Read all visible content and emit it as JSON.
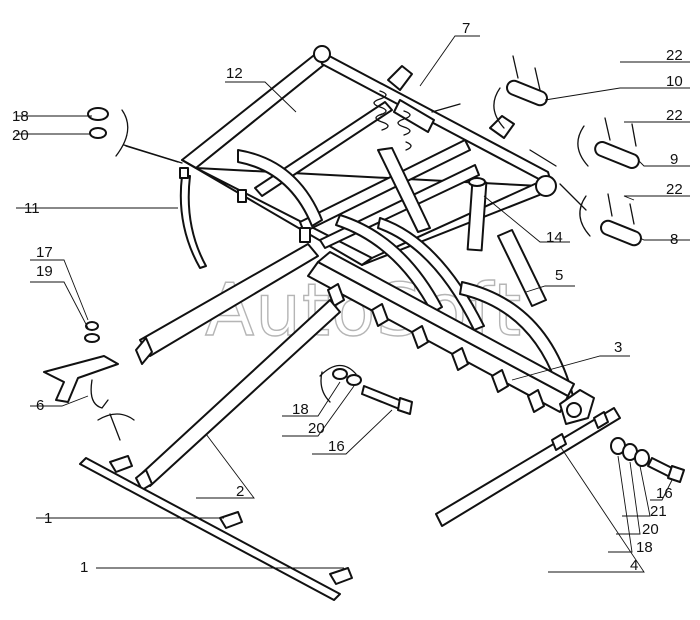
{
  "watermark": "AutoSoft",
  "callouts": [
    {
      "id": "c12",
      "text": "12"
    },
    {
      "id": "c7",
      "text": "7"
    },
    {
      "id": "c22a",
      "text": "22"
    },
    {
      "id": "c10",
      "text": "10"
    },
    {
      "id": "c18a",
      "text": "18"
    },
    {
      "id": "c20a",
      "text": "20"
    },
    {
      "id": "c22b",
      "text": "22"
    },
    {
      "id": "c9",
      "text": "9"
    },
    {
      "id": "c11",
      "text": "11"
    },
    {
      "id": "c22c",
      "text": "22"
    },
    {
      "id": "c8",
      "text": "8"
    },
    {
      "id": "c14",
      "text": "14"
    },
    {
      "id": "c17",
      "text": "17"
    },
    {
      "id": "c19",
      "text": "19"
    },
    {
      "id": "c5",
      "text": "5"
    },
    {
      "id": "c3",
      "text": "3"
    },
    {
      "id": "c6",
      "text": "6"
    },
    {
      "id": "c18b",
      "text": "18"
    },
    {
      "id": "c20b",
      "text": "20"
    },
    {
      "id": "c16a",
      "text": "16"
    },
    {
      "id": "c16b",
      "text": "16"
    },
    {
      "id": "c21",
      "text": "21"
    },
    {
      "id": "c20c",
      "text": "20"
    },
    {
      "id": "c18c",
      "text": "18"
    },
    {
      "id": "c2",
      "text": "2"
    },
    {
      "id": "c1a",
      "text": "1"
    },
    {
      "id": "c1b",
      "text": "1"
    },
    {
      "id": "c4",
      "text": "4"
    }
  ]
}
